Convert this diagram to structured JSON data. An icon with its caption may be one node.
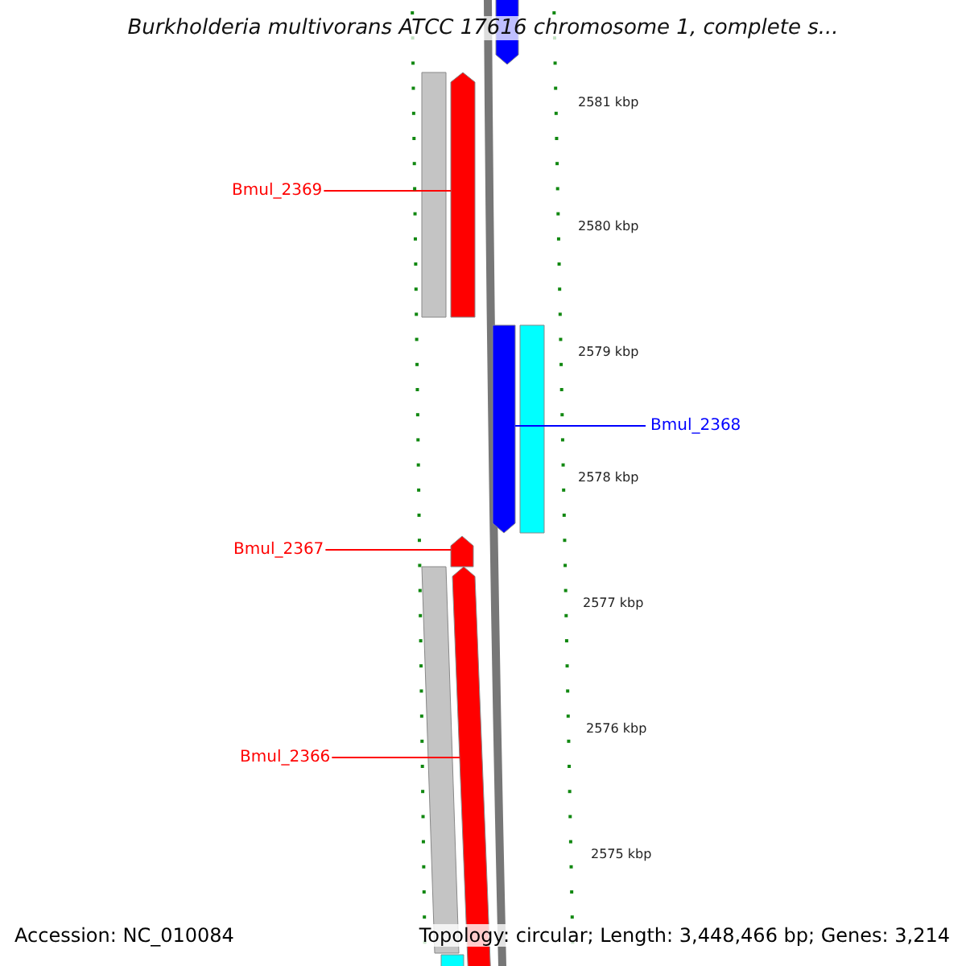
{
  "diagram": {
    "title": "Burkholderia multivorans ATCC 17616 chromosome 1, complete s...",
    "nodes": [
      {
        "text": [
          "Bmul_2369"
        ]
      },
      {
        "text": [],
        "shape": "bar"
      },
      {
        "text": [
          "Bmul_2368"
        ]
      },
      {
        "text": [],
        "shape": "bar"
      },
      {
        "text": [
          "Bmul_2367"
        ]
      },
      {
        "text": [],
        "shape": "bar"
      },
      {
        "text": [
          "Bmul_2366"
        ]
      },
      {
        "text": [],
        "shape": "bar"
      },
      {
        "text": [],
        "shape": "box"
      },
      {
        "text": [],
        "shape": "bar"
      },
      {
        "text": [],
        "shape": "box"
      },
      {
        "text": [],
        "shape": "box"
      },
      {
        "text": [],
        "shape": "box"
      }
    ],
    "edges": [
      {
        "from": 0,
        "to": 1,
        "arrow": "none",
        "color": "#ff0000"
      },
      {
        "from": 2,
        "to": 3,
        "arrow": "none",
        "color": "#0000ff"
      },
      {
        "from": 4,
        "to": 5,
        "arrow": "none",
        "color": "#ff0000"
      },
      {
        "from": 6,
        "to": 7,
        "arrow": "none",
        "color": "#ff0000"
      }
    ],
    "labels": [
      "2581 kbp",
      "2580 kbp",
      "2579 kbp",
      "2578 kbp",
      "2577 kbp",
      "2576 kbp",
      "2575 kbp",
      "Accession: NC_010084",
      "Topology: circular; Length: 3,448,466 bp; Genes: 3,214"
    ]
  }
}
